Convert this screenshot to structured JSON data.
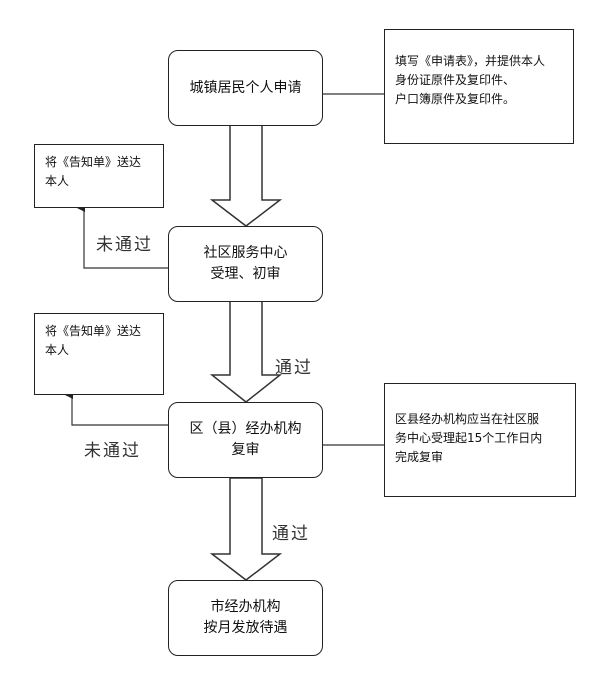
{
  "nodes": {
    "apply": {
      "line1": "城镇居民个人申请"
    },
    "community": {
      "line1": "社区服务中心",
      "line2": "受理、初审"
    },
    "district": {
      "line1": "区（县）经办机构",
      "line2": "复审"
    },
    "city": {
      "line1": "市经办机构",
      "line2": "按月发放待遇"
    }
  },
  "notes": {
    "apply_docs": {
      "line1": "填写《申请表》，并提供本人",
      "line2": "身份证原件及复印件、",
      "line3": "户口簿原件及复印件。"
    },
    "notify_1": {
      "line1": "将《告知单》送达",
      "line2": "本人"
    },
    "notify_2": {
      "line1": "将《告知单》送达",
      "line2": "本人"
    },
    "deadline": {
      "line1": "区县经办机构应当在社区服",
      "line2": "务中心受理起15个工作日内",
      "line3": "完成复审"
    }
  },
  "labels": {
    "fail_1": "未通过",
    "pass_1": "通过",
    "fail_2": "未通过",
    "pass_2": "通过"
  }
}
